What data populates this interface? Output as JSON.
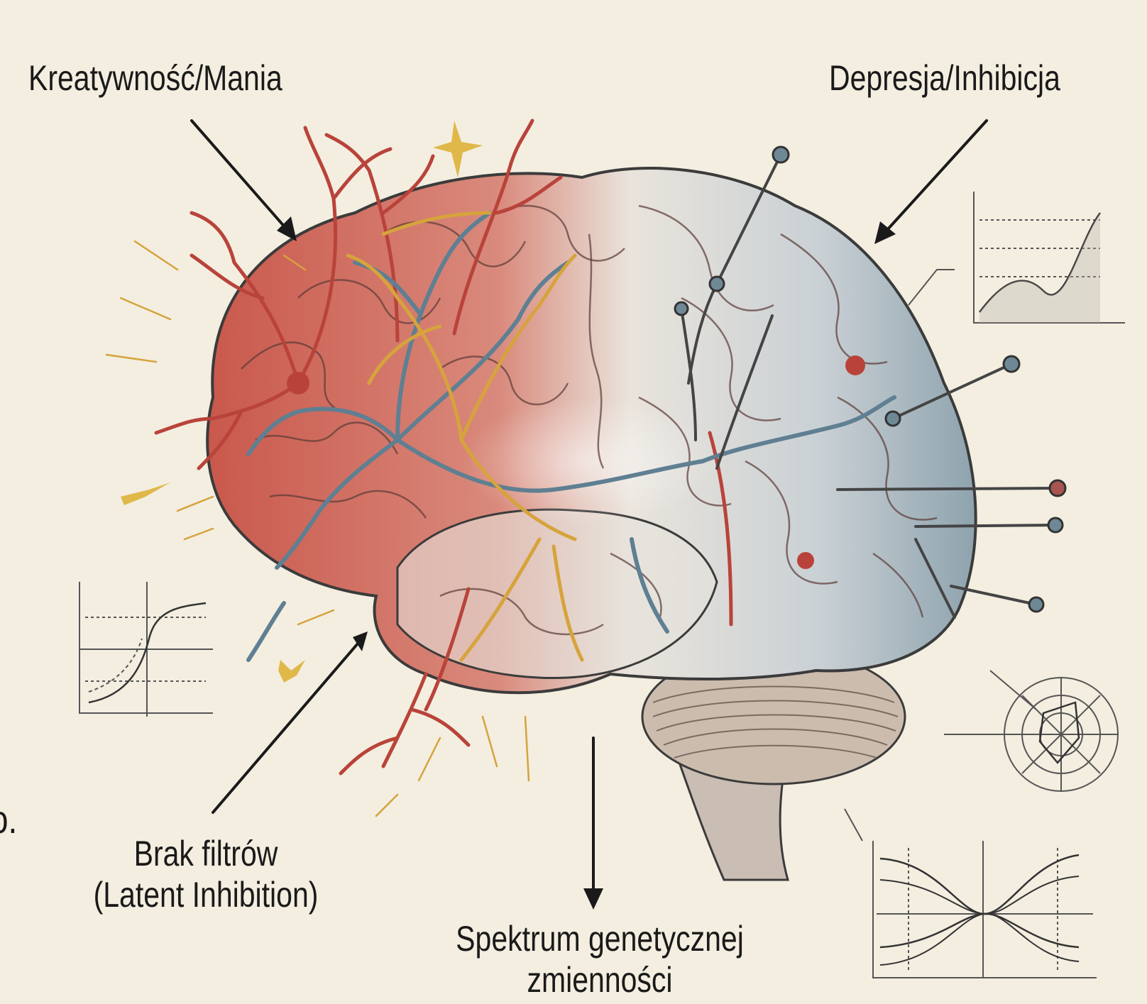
{
  "labels": {
    "top_left": "Kreatywność/Mania",
    "top_right": "Depresja/Inhibicja",
    "bottom_left_line1": "Brak filtrów",
    "bottom_left_line2": "(Latent Inhibition)",
    "bottom_center_line1": "Spektrum genetycznej",
    "bottom_center_line2": "zmienności",
    "edge_fragment": "o."
  },
  "colors": {
    "background": "#f3eee0",
    "creative_red": "#b9433a",
    "inhibition_blue": "#5f7f92",
    "neuron_gold": "#d6a33c",
    "cerebellum": "#b9a89a",
    "ink": "#1a1a1a"
  }
}
